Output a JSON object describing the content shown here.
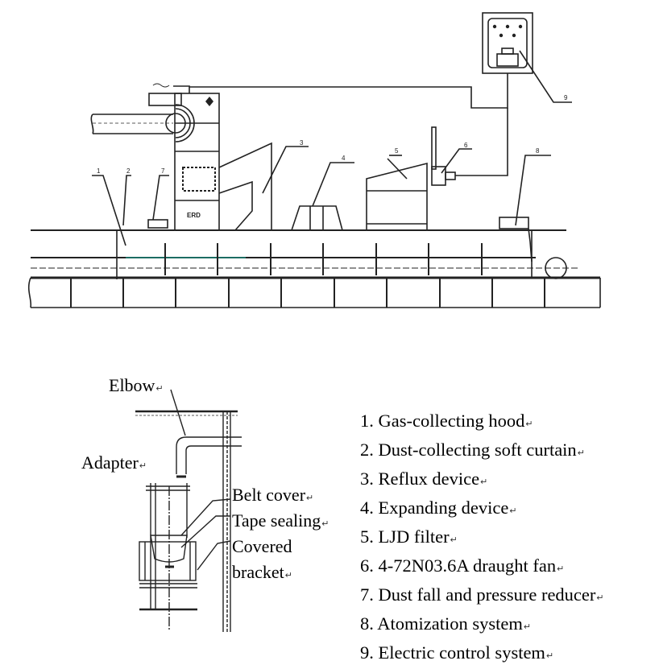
{
  "top_diagram": {
    "callout_numbers": [
      "1",
      "2",
      "3",
      "4",
      "5",
      "6",
      "7",
      "8",
      "9"
    ],
    "box_marking": "ERD"
  },
  "detail_diagram": {
    "labels": {
      "elbow": "Elbow",
      "adapter": "Adapter",
      "belt_cover": "Belt cover",
      "tape_sealing": "Tape sealing",
      "covered": "Covered",
      "bracket": "bracket"
    },
    "return_mark": "↵"
  },
  "legend": {
    "items": [
      "1. Gas-collecting hood",
      "2. Dust-collecting soft curtain",
      "3. Reflux device",
      "4. Expanding device",
      "5. LJD filter",
      "6. 4-72N03.6A draught fan",
      "7. Dust fall and pressure reducer",
      "8. Atomization system",
      "9. Electric control system"
    ]
  }
}
